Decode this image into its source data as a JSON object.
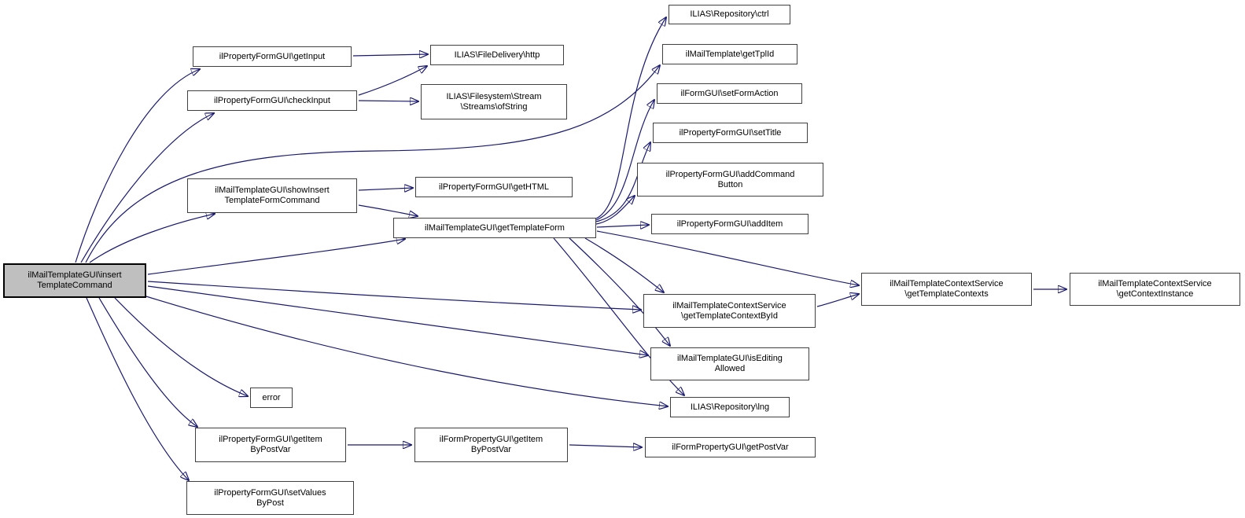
{
  "diagram": {
    "type": "doxygen-call-graph",
    "colors": {
      "edge": "#191970",
      "node_fill": "#ffffff",
      "node_border": "#404040",
      "highlighted_fill": "#bfbfbf",
      "background": "#ffffff"
    },
    "nodes": {
      "insertTemplateCommand": {
        "label": "ilMailTemplateGUI\\insert\nTemplateCommand",
        "highlighted": true
      },
      "getInput": {
        "label": "ilPropertyFormGUI\\getInput",
        "highlighted": false
      },
      "checkInput": {
        "label": "ilPropertyFormGUI\\checkInput",
        "highlighted": false
      },
      "showInsertTemplateFormCommand": {
        "label": "ilMailTemplateGUI\\showInsert\nTemplateFormCommand",
        "highlighted": false
      },
      "error": {
        "label": "error",
        "highlighted": false
      },
      "propGetItemByPostVar": {
        "label": "ilPropertyFormGUI\\getItem\nByPostVar",
        "highlighted": false
      },
      "setValuesByPost": {
        "label": "ilPropertyFormGUI\\setValues\nByPost",
        "highlighted": false
      },
      "http": {
        "label": "ILIAS\\FileDelivery\\http",
        "highlighted": false
      },
      "ofString": {
        "label": "ILIAS\\Filesystem\\Stream\n\\Streams\\ofString",
        "highlighted": false
      },
      "getHTML": {
        "label": "ilPropertyFormGUI\\getHTML",
        "highlighted": false
      },
      "getTemplateForm": {
        "label": "ilMailTemplateGUI\\getTemplateForm",
        "highlighted": false
      },
      "formGetItemByPostVar": {
        "label": "ilFormPropertyGUI\\getItem\nByPostVar",
        "highlighted": false
      },
      "ctrl": {
        "label": "ILIAS\\Repository\\ctrl",
        "highlighted": false
      },
      "getTplId": {
        "label": "ilMailTemplate\\getTplId",
        "highlighted": false
      },
      "setFormAction": {
        "label": "ilFormGUI\\setFormAction",
        "highlighted": false
      },
      "setTitle": {
        "label": "ilPropertyFormGUI\\setTitle",
        "highlighted": false
      },
      "addCommandButton": {
        "label": "ilPropertyFormGUI\\addCommand\nButton",
        "highlighted": false
      },
      "addItem": {
        "label": "ilPropertyFormGUI\\addItem",
        "highlighted": false
      },
      "getTemplateContextById": {
        "label": "ilMailTemplateContextService\n\\getTemplateContextById",
        "highlighted": false
      },
      "isEditingAllowed": {
        "label": "ilMailTemplateGUI\\isEditing\nAllowed",
        "highlighted": false
      },
      "lng": {
        "label": "ILIAS\\Repository\\lng",
        "highlighted": false
      },
      "getPostVar": {
        "label": "ilFormPropertyGUI\\getPostVar",
        "highlighted": false
      },
      "getTemplateContexts": {
        "label": "ilMailTemplateContextService\n\\getTemplateContexts",
        "highlighted": false
      },
      "getContextInstance": {
        "label": "ilMailTemplateContextService\n\\getContextInstance",
        "highlighted": false
      }
    },
    "edges": [
      {
        "from": "insertTemplateCommand",
        "to": "getInput"
      },
      {
        "from": "insertTemplateCommand",
        "to": "checkInput"
      },
      {
        "from": "insertTemplateCommand",
        "to": "getTplId"
      },
      {
        "from": "insertTemplateCommand",
        "to": "showInsertTemplateFormCommand"
      },
      {
        "from": "insertTemplateCommand",
        "to": "getTemplateForm"
      },
      {
        "from": "insertTemplateCommand",
        "to": "getTemplateContextById"
      },
      {
        "from": "insertTemplateCommand",
        "to": "isEditingAllowed"
      },
      {
        "from": "insertTemplateCommand",
        "to": "error"
      },
      {
        "from": "insertTemplateCommand",
        "to": "lng"
      },
      {
        "from": "insertTemplateCommand",
        "to": "propGetItemByPostVar"
      },
      {
        "from": "insertTemplateCommand",
        "to": "setValuesByPost"
      },
      {
        "from": "getInput",
        "to": "http"
      },
      {
        "from": "checkInput",
        "to": "http"
      },
      {
        "from": "checkInput",
        "to": "ofString"
      },
      {
        "from": "showInsertTemplateFormCommand",
        "to": "getHTML"
      },
      {
        "from": "showInsertTemplateFormCommand",
        "to": "getTemplateForm"
      },
      {
        "from": "getTemplateForm",
        "to": "ctrl"
      },
      {
        "from": "getTemplateForm",
        "to": "setFormAction"
      },
      {
        "from": "getTemplateForm",
        "to": "setTitle"
      },
      {
        "from": "getTemplateForm",
        "to": "addCommandButton"
      },
      {
        "from": "getTemplateForm",
        "to": "addItem"
      },
      {
        "from": "getTemplateForm",
        "to": "getTemplateContexts"
      },
      {
        "from": "getTemplateForm",
        "to": "getTemplateContextById"
      },
      {
        "from": "getTemplateForm",
        "to": "isEditingAllowed"
      },
      {
        "from": "getTemplateForm",
        "to": "lng"
      },
      {
        "from": "getTemplateContextById",
        "to": "getTemplateContexts"
      },
      {
        "from": "getTemplateContexts",
        "to": "getContextInstance"
      },
      {
        "from": "propGetItemByPostVar",
        "to": "formGetItemByPostVar"
      },
      {
        "from": "formGetItemByPostVar",
        "to": "getPostVar"
      }
    ]
  }
}
